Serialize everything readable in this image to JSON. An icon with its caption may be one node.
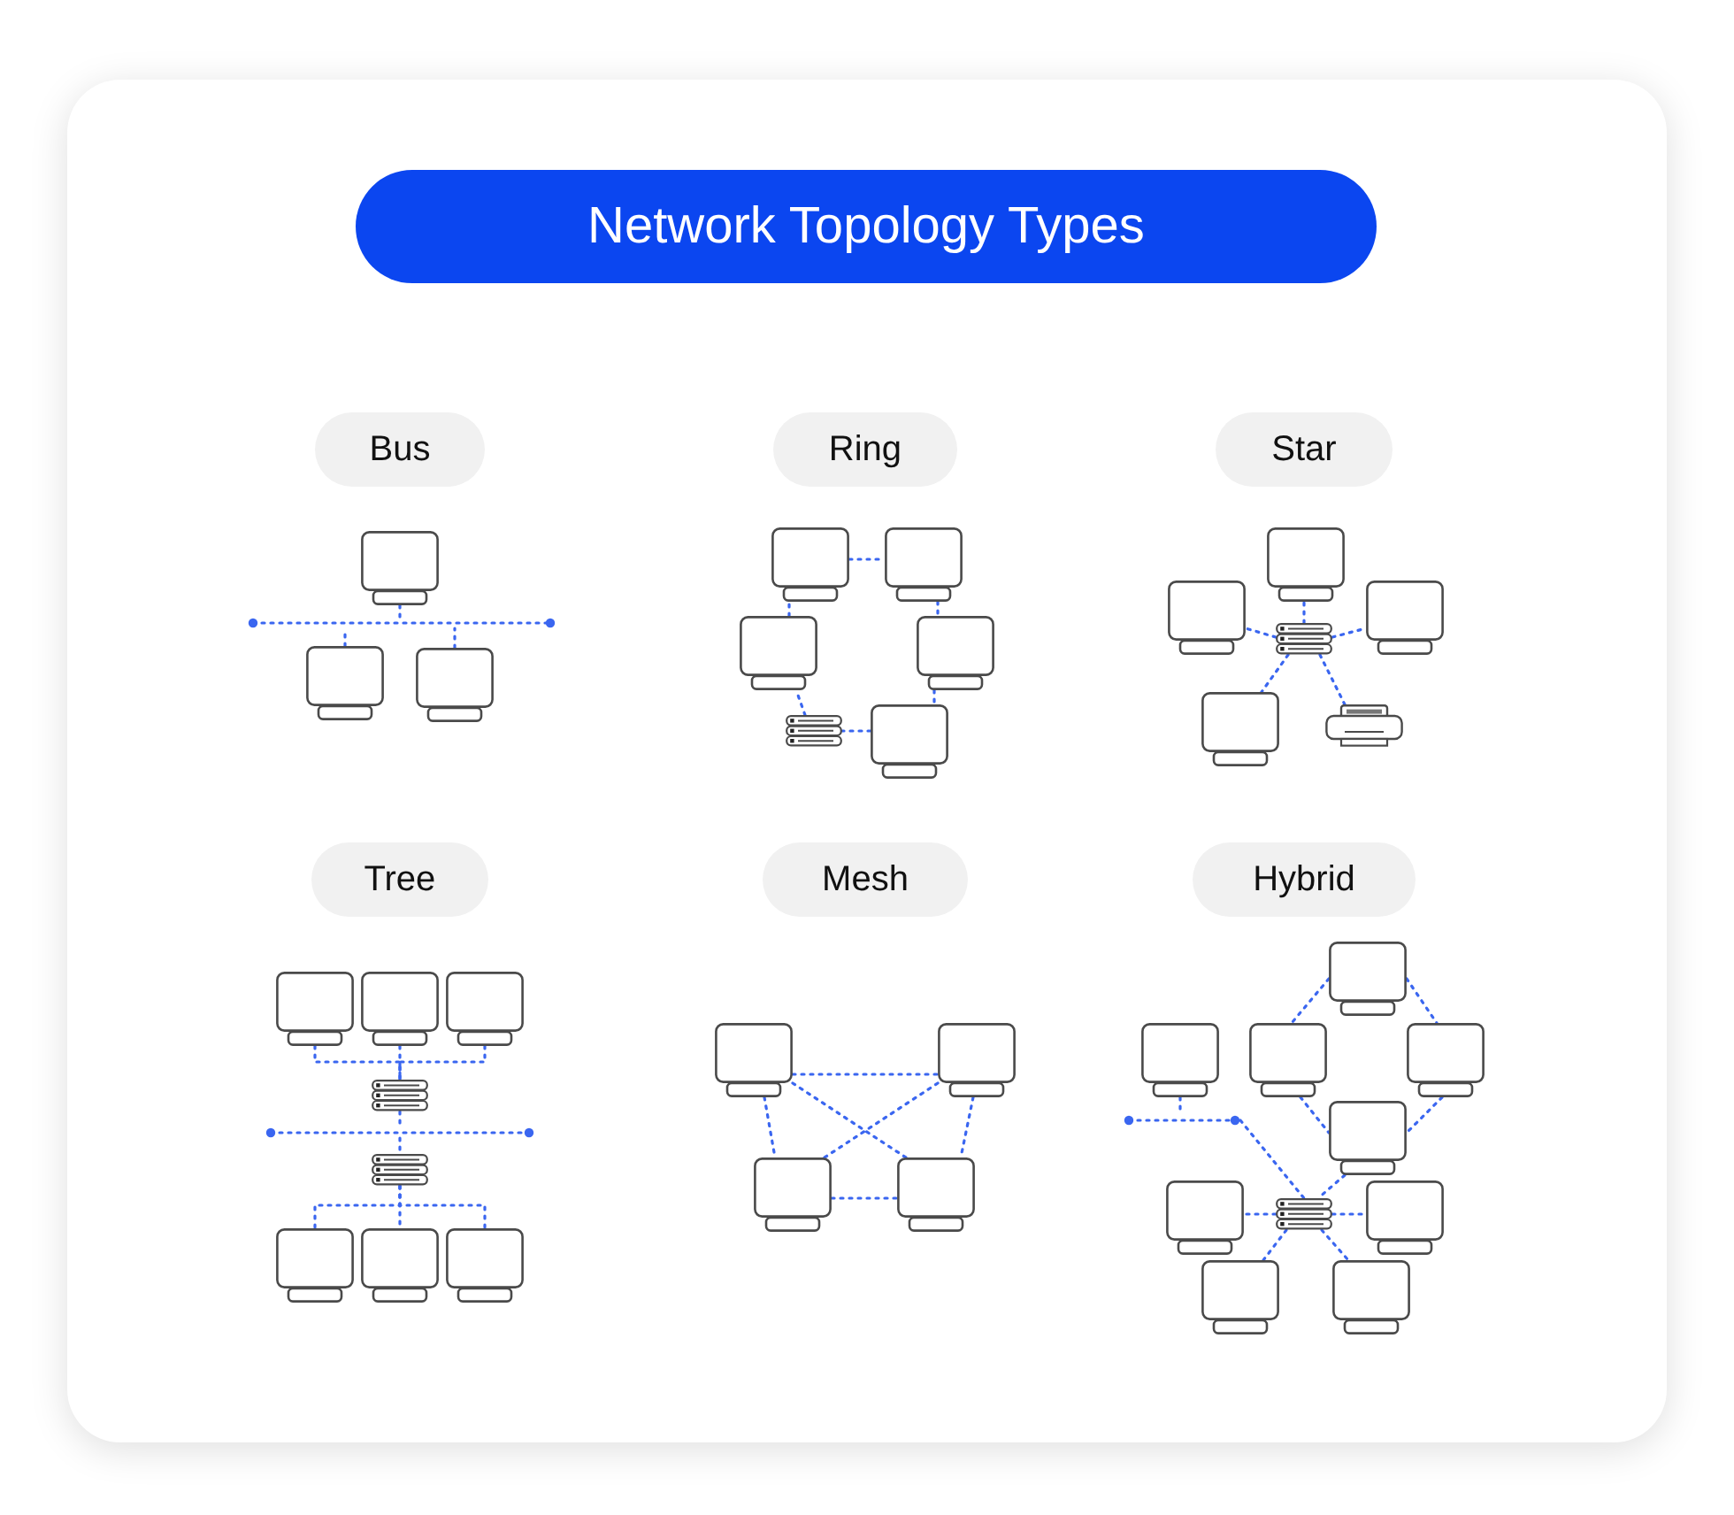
{
  "diagram": {
    "title": "Network Topology Types",
    "nodes": [
      {
        "text": [
          "Bus"
        ]
      },
      {
        "text": [],
        "shape": "computer"
      },
      {
        "text": [],
        "shape": "bar"
      },
      {
        "text": [],
        "shape": "computer"
      },
      {
        "text": [],
        "shape": "computer"
      },
      {
        "text": [
          "Ring"
        ]
      },
      {
        "text": [],
        "shape": "computer"
      },
      {
        "text": [],
        "shape": "computer"
      },
      {
        "text": [],
        "shape": "computer"
      },
      {
        "text": [],
        "shape": "computer"
      },
      {
        "text": [],
        "shape": "server"
      },
      {
        "text": [],
        "shape": "computer"
      },
      {
        "text": [
          "Star"
        ]
      },
      {
        "text": [],
        "shape": "computer"
      },
      {
        "text": [],
        "shape": "computer"
      },
      {
        "text": [],
        "shape": "computer"
      },
      {
        "text": [],
        "shape": "server"
      },
      {
        "text": [],
        "shape": "computer"
      },
      {
        "text": [],
        "shape": "printer"
      },
      {
        "text": [
          "Tree"
        ]
      },
      {
        "text": [],
        "shape": "computer"
      },
      {
        "text": [],
        "shape": "computer"
      },
      {
        "text": [],
        "shape": "computer"
      },
      {
        "text": [],
        "shape": "server"
      },
      {
        "text": [],
        "shape": "bar"
      },
      {
        "text": [],
        "shape": "server"
      },
      {
        "text": [],
        "shape": "computer"
      },
      {
        "text": [],
        "shape": "computer"
      },
      {
        "text": [],
        "shape": "computer"
      },
      {
        "text": [
          "Mesh"
        ]
      },
      {
        "text": [],
        "shape": "computer"
      },
      {
        "text": [],
        "shape": "computer"
      },
      {
        "text": [],
        "shape": "computer"
      },
      {
        "text": [],
        "shape": "computer"
      },
      {
        "text": [
          "Hybrid"
        ]
      },
      {
        "text": [],
        "shape": "computer"
      },
      {
        "text": [],
        "shape": "computer"
      },
      {
        "text": [],
        "shape": "computer"
      },
      {
        "text": [],
        "shape": "computer"
      },
      {
        "text": [],
        "shape": "bar"
      },
      {
        "text": [],
        "shape": "computer"
      },
      {
        "text": [],
        "shape": "computer"
      },
      {
        "text": [],
        "shape": "server"
      },
      {
        "text": [],
        "shape": "computer"
      },
      {
        "text": [],
        "shape": "computer"
      },
      {
        "text": [],
        "shape": "computer"
      }
    ],
    "edges": [
      {
        "from": 1,
        "to": 2,
        "arrow": "none"
      },
      {
        "from": 3,
        "to": 2,
        "arrow": "none"
      },
      {
        "from": 4,
        "to": 2,
        "arrow": "none"
      },
      {
        "from": 6,
        "to": 7,
        "arrow": "none"
      },
      {
        "from": 7,
        "to": 9,
        "arrow": "none"
      },
      {
        "from": 9,
        "to": 11,
        "arrow": "none"
      },
      {
        "from": 11,
        "to": 10,
        "arrow": "none"
      },
      {
        "from": 10,
        "to": 8,
        "arrow": "none"
      },
      {
        "from": 8,
        "to": 6,
        "arrow": "none"
      },
      {
        "from": 16,
        "to": 13,
        "arrow": "none"
      },
      {
        "from": 16,
        "to": 14,
        "arrow": "none"
      },
      {
        "from": 16,
        "to": 15,
        "arrow": "none"
      },
      {
        "from": 16,
        "to": 17,
        "arrow": "none"
      },
      {
        "from": 16,
        "to": 18,
        "arrow": "none"
      },
      {
        "from": 20,
        "to": 23,
        "arrow": "none"
      },
      {
        "from": 21,
        "to": 23,
        "arrow": "none"
      },
      {
        "from": 22,
        "to": 23,
        "arrow": "none"
      },
      {
        "from": 23,
        "to": 24,
        "arrow": "none"
      },
      {
        "from": 24,
        "to": 25,
        "arrow": "none"
      },
      {
        "from": 25,
        "to": 26,
        "arrow": "none"
      },
      {
        "from": 25,
        "to": 27,
        "arrow": "none"
      },
      {
        "from": 25,
        "to": 28,
        "arrow": "none"
      },
      {
        "from": 30,
        "to": 31,
        "arrow": "none"
      },
      {
        "from": 30,
        "to": 32,
        "arrow": "none"
      },
      {
        "from": 30,
        "to": 33,
        "arrow": "none"
      },
      {
        "from": 31,
        "to": 32,
        "arrow": "none"
      },
      {
        "from": 31,
        "to": 33,
        "arrow": "none"
      },
      {
        "from": 32,
        "to": 33,
        "arrow": "none"
      },
      {
        "from": 35,
        "to": 37,
        "arrow": "none"
      },
      {
        "from": 35,
        "to": 38,
        "arrow": "none"
      },
      {
        "from": 37,
        "to": 40,
        "arrow": "none"
      },
      {
        "from": 38,
        "to": 40,
        "arrow": "none"
      },
      {
        "from": 40,
        "to": 42,
        "arrow": "none"
      },
      {
        "from": 36,
        "to": 39,
        "arrow": "none"
      },
      {
        "from": 39,
        "to": 42,
        "arrow": "none"
      },
      {
        "from": 42,
        "to": 41,
        "arrow": "none"
      },
      {
        "from": 42,
        "to": 43,
        "arrow": "none"
      },
      {
        "from": 42,
        "to": 44,
        "arrow": "none"
      },
      {
        "from": 42,
        "to": 45,
        "arrow": "none"
      }
    ]
  }
}
